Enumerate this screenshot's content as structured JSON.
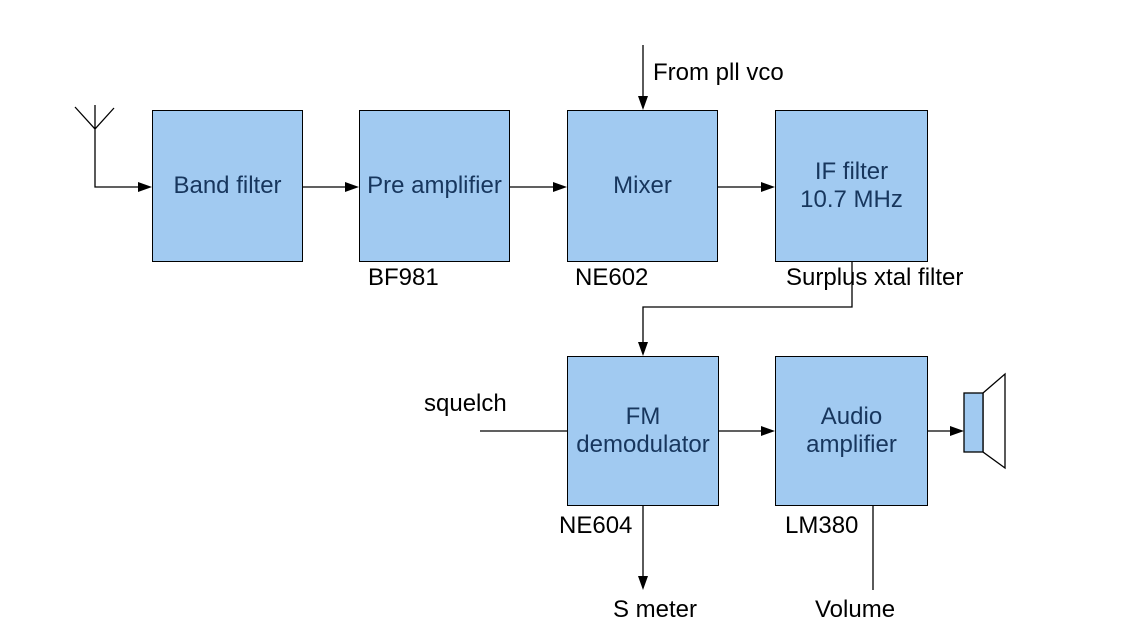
{
  "diagram": {
    "blocks": [
      {
        "id": "band-filter",
        "label": "Band filter",
        "part": ""
      },
      {
        "id": "pre-amplifier",
        "label": "Pre amplifier",
        "part": "BF981"
      },
      {
        "id": "mixer",
        "label": "Mixer",
        "part": "NE602"
      },
      {
        "id": "if-filter",
        "label": "IF filter\n10.7 MHz",
        "part": "Surplus xtal filter"
      },
      {
        "id": "fm-demodulator",
        "label": "FM\ndemodulator",
        "part": "NE604"
      },
      {
        "id": "audio-amplifier",
        "label": "Audio\namplifier",
        "part": "LM380"
      }
    ],
    "annotations": {
      "pll_input": "From pll vco",
      "squelch": "squelch",
      "s_meter": "S meter",
      "volume": "Volume"
    },
    "icons": {
      "antenna": "antenna-icon",
      "speaker": "speaker-icon"
    },
    "colors": {
      "block_fill": "#A1CAF1",
      "block_border": "#000000",
      "block_text": "#17365D",
      "connector": "#000000",
      "annotation_text": "#000000",
      "background": "#FFFFFF"
    }
  }
}
